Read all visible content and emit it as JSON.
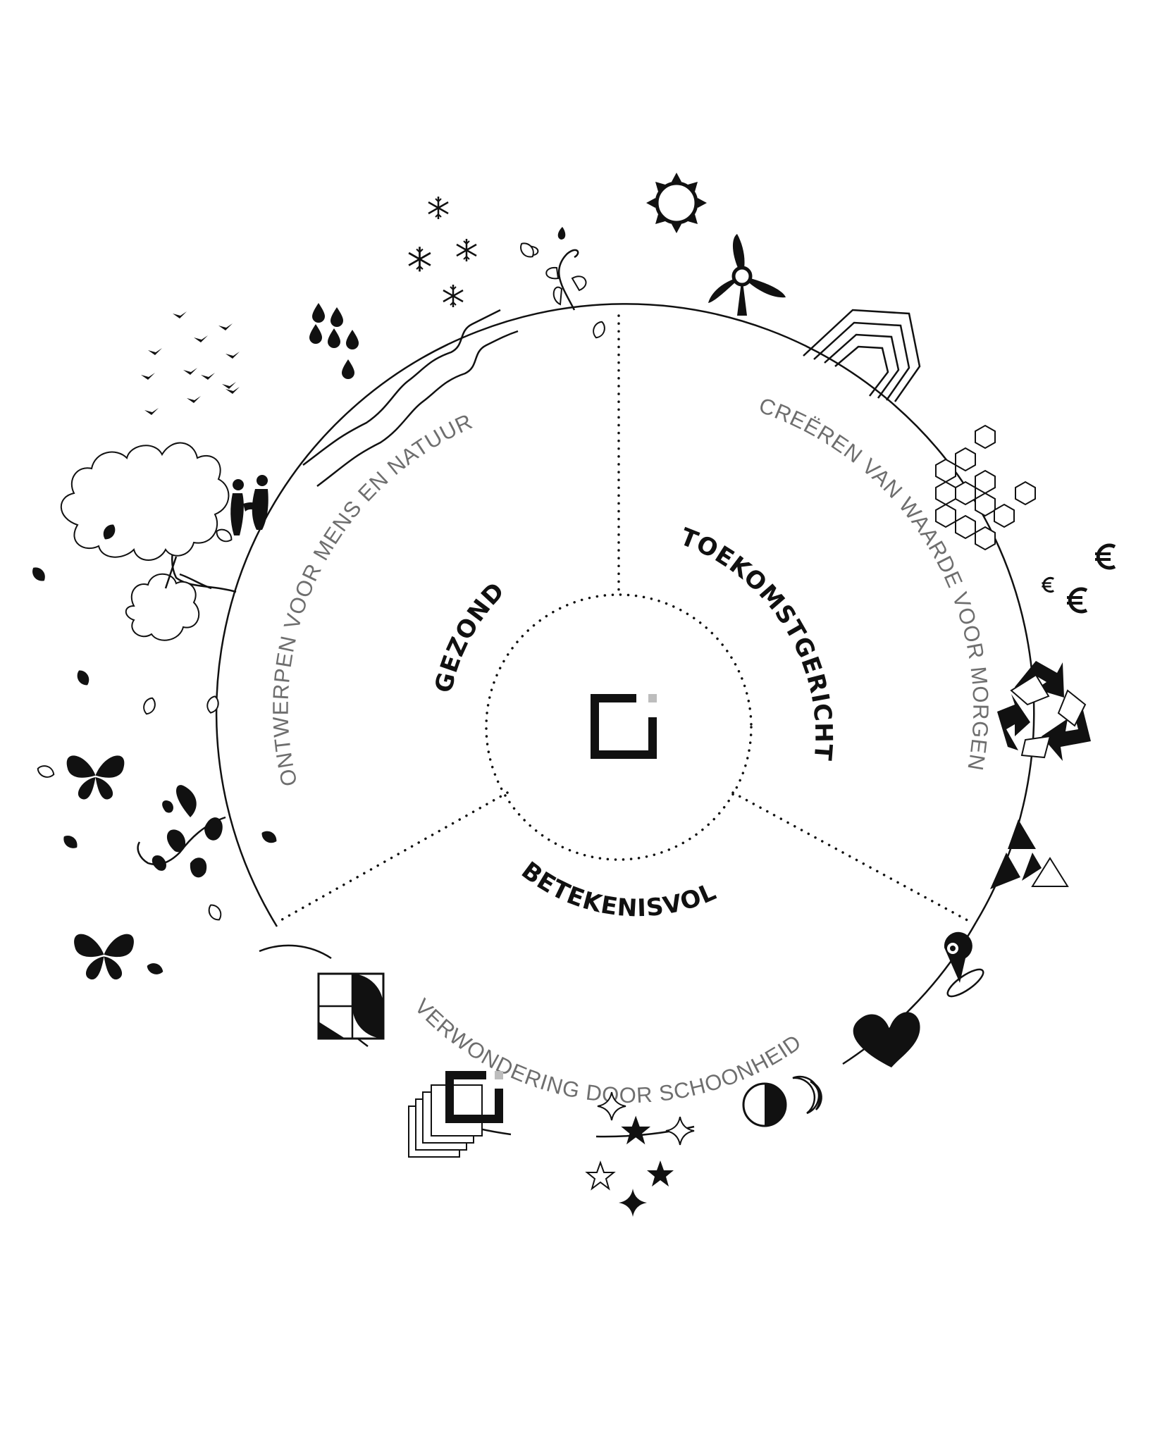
{
  "diagram": {
    "center_logo": "ci-logo",
    "pillars": [
      {
        "id": "gezond",
        "label": "GEZOND"
      },
      {
        "id": "toekomstgericht",
        "label": "TOEKOMSTGERICHT"
      },
      {
        "id": "betekenisvol",
        "label": "BETEKENISVOL"
      }
    ],
    "arc_labels": [
      {
        "id": "mens-natuur",
        "label": "ONTWERPEN VOOR MENS EN NATUUR"
      },
      {
        "id": "waarde",
        "label": "CREËREN VAN WAARDE VOOR MORGEN"
      },
      {
        "id": "schoonheid",
        "label": "VERWONDERING DOOR SCHOONHEID"
      }
    ],
    "icons": [
      "bird-flock-icon",
      "raindrops-icon",
      "snowflake-icon",
      "sprout-icon",
      "sun-icon",
      "wind-turbine-icon",
      "building-icon",
      "honeycomb-icon",
      "euro-icon",
      "recycle-icon",
      "triangles-icon",
      "location-pin-icon",
      "heart-icon",
      "moon-phases-icon",
      "stars-icon",
      "layered-logo-icon",
      "golden-ratio-icon",
      "butterfly-icon",
      "vine-icon",
      "tree-icon",
      "people-icon",
      "river-icon",
      "leaf-icon"
    ],
    "colors": {
      "ink": "#111111",
      "label_gray": "#6e6e6e",
      "logo_accent": "#bdbdbd"
    }
  }
}
